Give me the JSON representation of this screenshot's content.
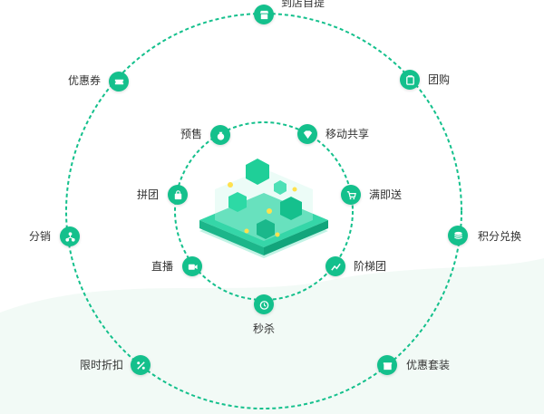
{
  "accent": "#14c08c",
  "outer_ring": [
    {
      "label": "到店自提",
      "icon": "storefront-icon"
    },
    {
      "label": "团购",
      "icon": "group-buy-icon"
    },
    {
      "label": "积分兑换",
      "icon": "coins-icon"
    },
    {
      "label": "优惠套装",
      "icon": "gift-box-icon"
    },
    {
      "label": "限时折扣",
      "icon": "percent-icon"
    },
    {
      "label": "分销",
      "icon": "distribution-icon"
    },
    {
      "label": "优惠券",
      "icon": "coupon-icon"
    }
  ],
  "inner_ring": [
    {
      "label": "预售",
      "icon": "moneybag-icon"
    },
    {
      "label": "移动共享",
      "icon": "diamond-icon"
    },
    {
      "label": "满即送",
      "icon": "cart-icon"
    },
    {
      "label": "阶梯团",
      "icon": "trend-icon"
    },
    {
      "label": "秒杀",
      "icon": "alarm-clock-icon"
    },
    {
      "label": "直播",
      "icon": "video-camera-icon"
    },
    {
      "label": "拼团",
      "icon": "bag-icon"
    }
  ]
}
